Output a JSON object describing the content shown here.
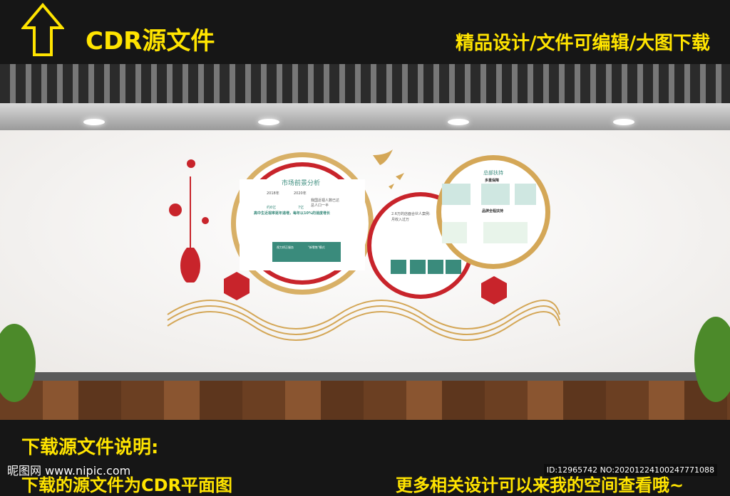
{
  "header": {
    "title": "CDR源文件",
    "tagline": "精品设计/文件可编辑/大图下载",
    "icon": "up-arrow-icon"
  },
  "panel1": {
    "title": "市场前景分析",
    "year_a": "2018年",
    "year_b": "2020年",
    "value_a": "约6亿",
    "value_b": "7亿",
    "note": "我国近视人数已达总人口一半",
    "headline": "高中生近视率逐年递增，每年以10%的速度增长",
    "card_a": "视力矫正服务",
    "card_b": "\"新零售\"模式"
  },
  "panel2": {
    "line1": "2.6万的店面合伙人案例:",
    "line2": "月收入过万"
  },
  "panel3": {
    "title": "总部扶持",
    "subtitle": "多重保障",
    "subtitle2": "品牌全程扶持"
  },
  "colors": {
    "accent": "#ffe400",
    "red": "#c8242b",
    "gold": "#d4a757",
    "teal": "#3a8b7c"
  },
  "footer": {
    "heading": "下载源文件说明:",
    "line1": "下载的源文件为CDR平面图",
    "line2": "更多相关设计可以来我的空间查看哦~",
    "watermark": "昵图网 www.nipic.com",
    "id": "ID:12965742 NO:20201224100247771088"
  }
}
